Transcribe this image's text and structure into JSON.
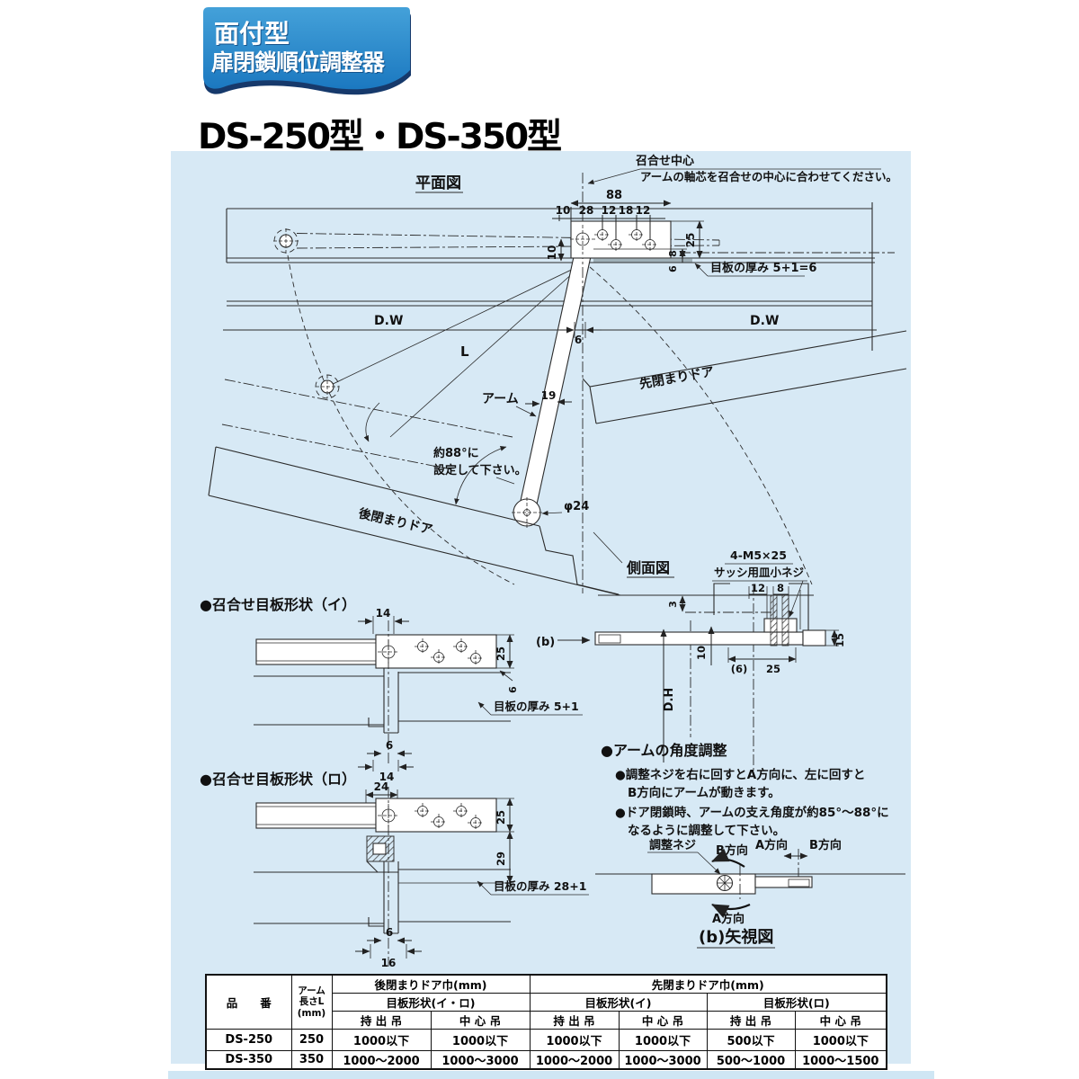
{
  "badge": {
    "line1": "面付型",
    "line2": "扉閉鎖順位調整器"
  },
  "page_title": "DS-250型・DS-350型",
  "plan": {
    "title": "平面図",
    "center_note1": "召合せ中心",
    "center_note2": "アームの軸芯を召合せの中心に合わせてください。",
    "plate_note": "目板の厚み 5+1=6",
    "dims": {
      "w88": "88",
      "w10": "10",
      "w28": "28",
      "w12a": "12",
      "w18": "18",
      "w12b": "12",
      "h10": "10",
      "h8": "8",
      "h25": "25",
      "t6": "6",
      "gap6": "6",
      "arm_w19": "19",
      "dia24": "φ24"
    },
    "labels": {
      "dw_left": "D.W",
      "dw_right": "D.W",
      "arm": "アーム",
      "arm_len": "L",
      "angle1": "約88°に",
      "angle2": "設定して下さい。",
      "door_rear": "後閉まりドア",
      "door_front": "先閉まりドア"
    }
  },
  "side": {
    "title": "側面図",
    "screw_note1": "4-M5×25",
    "screw_note2": "サッシ用皿小ネジ",
    "b_label": "(b)",
    "dims": {
      "w12": "12",
      "w8": "8",
      "h3": "3",
      "h10": "10",
      "h15": "15",
      "w6p": "(6)",
      "w25": "25",
      "dh": "D.H"
    }
  },
  "shape_i": {
    "title": "●召合せ目板形状（イ）",
    "note": "目板の厚み 5+1",
    "dims": {
      "w14": "14",
      "h25": "25",
      "h6": "6",
      "b6": "6",
      "b14": "14"
    }
  },
  "shape_ro": {
    "title": "●召合せ目板形状（ロ）",
    "note": "目板の厚み 28+1",
    "dims": {
      "w24": "24",
      "h25": "25",
      "h29": "29",
      "b6": "6",
      "b16": "16"
    }
  },
  "adjust": {
    "title": "●アームの角度調整",
    "bullet1a": "●調整ネジを右に回すとA方向に、左に回すと",
    "bullet1b": "B方向にアームが動きます。",
    "bullet2a": "●ドア閉鎖時、アームの支え角度が約85°〜88°に",
    "bullet2b": "なるように調整して下さい。",
    "fig": {
      "screw": "調整ネジ",
      "dirB_top": "B方向",
      "dirA_top": "A方向",
      "dirB_right": "B方向",
      "dirA_bottom": "A方向",
      "caption": "(b)矢視図"
    }
  },
  "table": {
    "col_part": "品　　番",
    "col_arm1": "アーム",
    "col_arm2": "長さL",
    "col_arm3": "(mm)",
    "grp_rear": "後閉まりドア巾(mm)",
    "grp_front": "先閉まりドア巾(mm)",
    "sub_rear": "目板形状(イ・ロ)",
    "sub_front_i": "目板形状(イ)",
    "sub_front_ro": "目板形状(ロ)",
    "hang_out": "持 出 吊",
    "hang_center": "中 心 吊",
    "rows": [
      {
        "part": "DS-250",
        "arm": "250",
        "c1": "1000以下",
        "c2": "1000以下",
        "c3": "1000以下",
        "c4": "1000以下",
        "c5": "500以下",
        "c6": "1000以下"
      },
      {
        "part": "DS-350",
        "arm": "350",
        "c1": "1000〜2000",
        "c2": "1000〜3000",
        "c3": "1000〜2000",
        "c4": "1000〜3000",
        "c5": "500〜1000",
        "c6": "1000〜1500"
      }
    ]
  },
  "colors": {
    "badge_blue": "#1e7fc6",
    "badge_navy": "#16396b",
    "panel_blue": "#d7e9f5",
    "line": "#2b2b2b"
  }
}
